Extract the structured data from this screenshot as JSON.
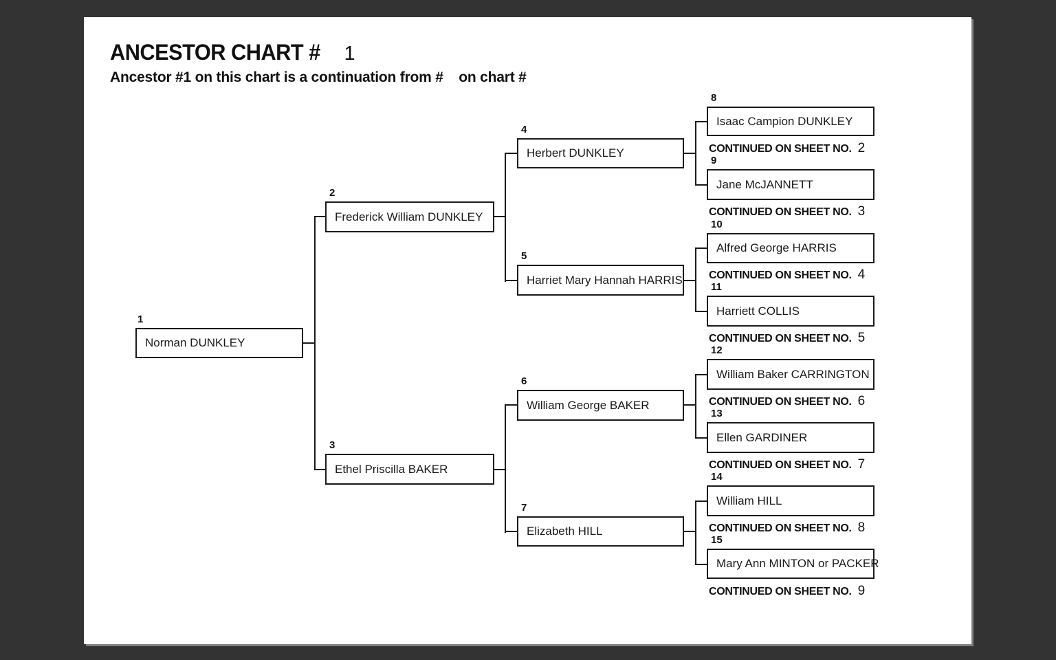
{
  "colors": {
    "background": "#333333",
    "page": "#ffffff",
    "ink": "#1a1a1a"
  },
  "header": {
    "title_label": "ANCESTOR CHART #",
    "title_number": "1",
    "subtitle": "Ancestor #1 on this chart is a continuation from #    on chart #"
  },
  "continued_label": "CONTINUED ON SHEET NO.",
  "persons": [
    {
      "number": "1",
      "name": "Norman DUNKLEY",
      "generation": 1,
      "parents": [
        "2",
        "3"
      ]
    },
    {
      "number": "2",
      "name": "Frederick William DUNKLEY",
      "generation": 2,
      "parents": [
        "4",
        "5"
      ]
    },
    {
      "number": "3",
      "name": "Ethel Priscilla BAKER",
      "generation": 2,
      "parents": [
        "6",
        "7"
      ]
    },
    {
      "number": "4",
      "name": "Herbert DUNKLEY",
      "generation": 3,
      "parents": [
        "8",
        "9"
      ]
    },
    {
      "number": "5",
      "name": "Harriet Mary Hannah HARRIS",
      "generation": 3,
      "parents": [
        "10",
        "11"
      ]
    },
    {
      "number": "6",
      "name": "William George BAKER",
      "generation": 3,
      "parents": [
        "12",
        "13"
      ]
    },
    {
      "number": "7",
      "name": "Elizabeth HILL",
      "generation": 3,
      "parents": [
        "14",
        "15"
      ]
    },
    {
      "number": "8",
      "name": "Isaac Campion DUNKLEY",
      "generation": 4,
      "continued_on_sheet": "2"
    },
    {
      "number": "9",
      "name": "Jane McJANNETT",
      "generation": 4,
      "continued_on_sheet": "3"
    },
    {
      "number": "10",
      "name": "Alfred George HARRIS",
      "generation": 4,
      "continued_on_sheet": "4"
    },
    {
      "number": "11",
      "name": "Harriett COLLIS",
      "generation": 4,
      "continued_on_sheet": "5"
    },
    {
      "number": "12",
      "name": "William Baker CARRINGTON",
      "generation": 4,
      "continued_on_sheet": "6"
    },
    {
      "number": "13",
      "name": "Ellen GARDINER",
      "generation": 4,
      "continued_on_sheet": "7"
    },
    {
      "number": "14",
      "name": "William HILL",
      "generation": 4,
      "continued_on_sheet": "8"
    },
    {
      "number": "15",
      "name": "Mary Ann MINTON or PACKER",
      "generation": 4,
      "continued_on_sheet": "9"
    }
  ]
}
